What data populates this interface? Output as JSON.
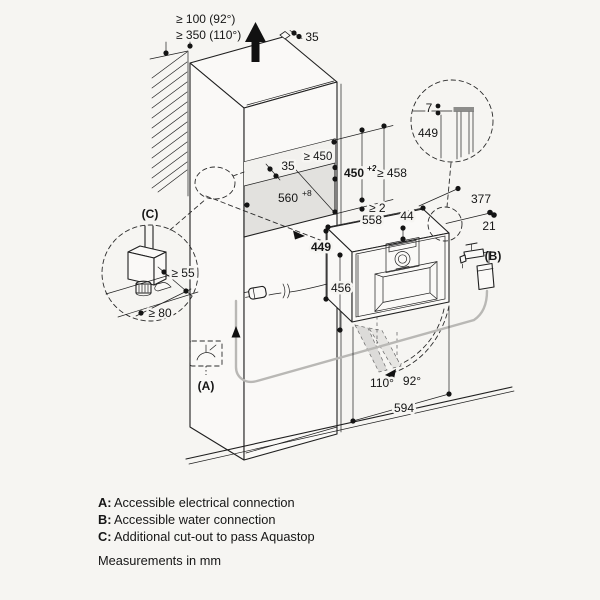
{
  "clearance": {
    "line1": "≥ 100 (92°)",
    "line2": "≥ 350 (110°)",
    "rear_offset": "35"
  },
  "niche": {
    "front_depth": "35",
    "height": "≥ 450",
    "width": "560",
    "width_tol": "+8"
  },
  "cutout": {
    "height": "450",
    "height_tol": "+2",
    "outer_height": "≥ 458",
    "gap": "≥ 2"
  },
  "appliance": {
    "width": "558",
    "top_offset": "44",
    "height": "449",
    "depth": "456",
    "open_width": "594"
  },
  "connection": {
    "side_offset": "377",
    "edge_offset": "21"
  },
  "inset": {
    "front_gap": "7",
    "height": "449"
  },
  "door": {
    "angle_full": "110°",
    "angle_limited": "92°"
  },
  "callouts": {
    "a": "(A)",
    "b": "(B)",
    "c": "(C)",
    "c_width": "≥ 55",
    "c_depth": "≥ 80"
  },
  "legend": {
    "items": [
      {
        "key": "A:",
        "text": "Accessible electrical connection"
      },
      {
        "key": "B:",
        "text": "Accessible water connection"
      },
      {
        "key": "C:",
        "text": "Additional cut-out to pass Aquastop"
      }
    ],
    "footer": "Measurements in mm"
  },
  "colors": {
    "background": "#f6f5f2",
    "line": "#1f1f1f",
    "niche_fill": "#e2e1de",
    "hose": "#b9b8b5"
  }
}
